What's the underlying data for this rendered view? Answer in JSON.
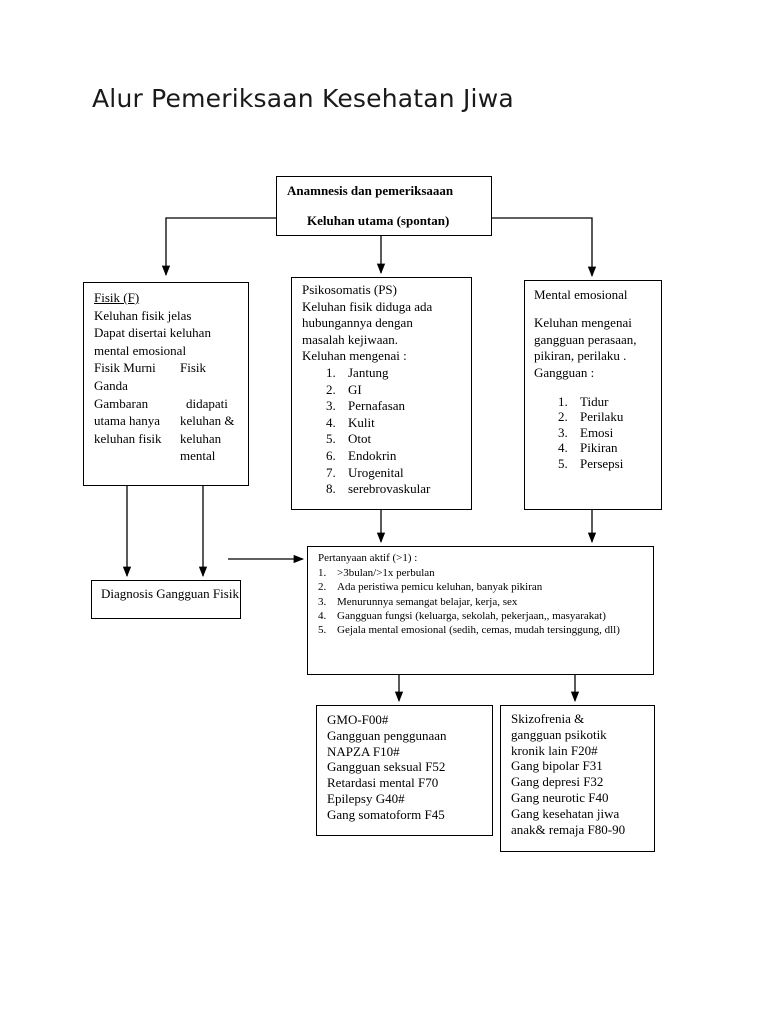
{
  "title": "Alur Pemeriksaan Kesehatan Jiwa",
  "top_box": {
    "line1": "Anamnesis dan pemeriksaaan",
    "line2": "Keluhan utama (spontan)"
  },
  "fisik": {
    "title": "Fisik (F)",
    "lines": [
      "Keluhan fisik jelas",
      "Dapat disertai keluhan",
      "mental emosional"
    ],
    "table": [
      [
        "Fisik Murni",
        "Fisik"
      ],
      [
        "Ganda",
        ""
      ],
      [
        "Gambaran",
        "didapati"
      ],
      [
        "utama hanya",
        "keluhan &"
      ],
      [
        "keluhan fisik",
        "keluhan"
      ],
      [
        "",
        "mental"
      ]
    ]
  },
  "psikosomatis": {
    "title": "Psikosomatis (PS)",
    "lines": [
      "Keluhan fisik diduga ada",
      "hubungannya dengan",
      "masalah kejiwaan.",
      "Keluhan mengenai :"
    ],
    "items": [
      "Jantung",
      "GI",
      "Pernafasan",
      "Kulit",
      "Otot",
      "Endokrin",
      "Urogenital",
      "serebrovaskular"
    ]
  },
  "mental": {
    "title": "Mental emosional",
    "lines": [
      "Keluhan mengenai",
      "gangguan perasaan,",
      "pikiran, perilaku .",
      "Gangguan :"
    ],
    "items": [
      "Tidur",
      "Perilaku",
      "Emosi",
      "Pikiran",
      "Persepsi"
    ]
  },
  "diagnosis": {
    "label": "Diagnosis Gangguan Fisik"
  },
  "pertanyaan": {
    "title": "Pertanyaan aktif (>1) :",
    "items": [
      ">3bulan/>1x perbulan",
      "Ada peristiwa pemicu keluhan, banyak pikiran",
      "Menurunnya semangat belajar, kerja, sex",
      "Gangguan fungsi (keluarga, sekolah, pekerjaan,, masyarakat)",
      "Gejala mental emosional (sedih, cemas, mudah tersinggung, dll)"
    ]
  },
  "gmo": {
    "lines": [
      "GMO-F00#",
      "Gangguan penggunaan",
      "NAPZA F10#",
      "Gangguan seksual F52",
      "Retardasi mental F70",
      "Epilepsy G40#",
      "Gang somatoform F45"
    ]
  },
  "skizo": {
    "lines": [
      "Skizofrenia &",
      "gangguan psikotik",
      "kronik lain F20#",
      "Gang bipolar F31",
      "Gang depresi F32",
      "Gang neurotic F40",
      "Gang kesehatan jiwa",
      "anak& remaja F80-90"
    ]
  }
}
